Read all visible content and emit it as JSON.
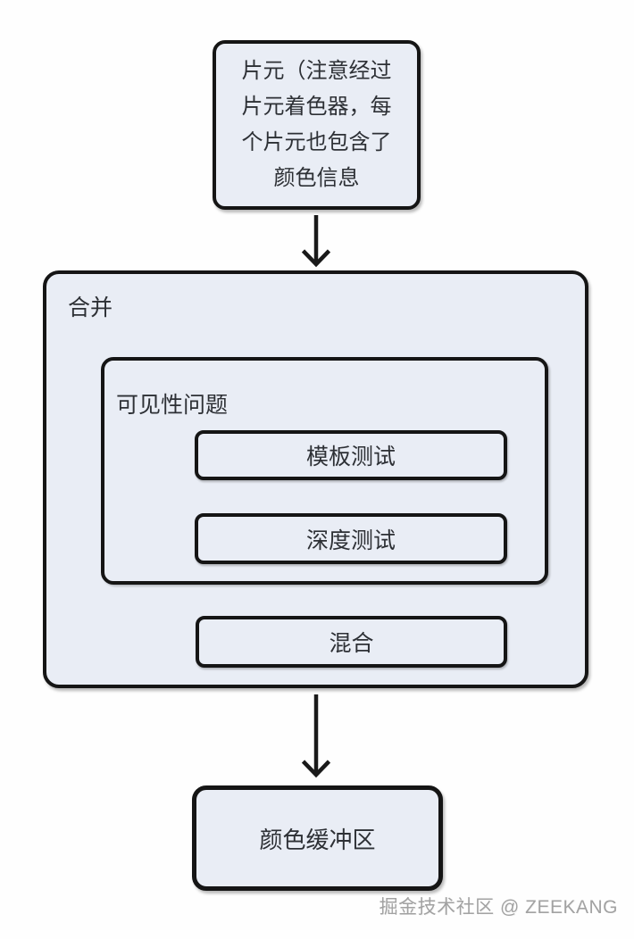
{
  "diagram": {
    "title_hint": "rendering pipeline merge stage flowchart",
    "nodes": {
      "fragment": {
        "lines": [
          "片元（注意经过",
          "片元着色器，每",
          "个片元也包含了",
          "颜色信息"
        ],
        "full_text": "片元（注意经过片元着色器，每个片元也包含了颜色信息"
      },
      "merge": {
        "label": "合并"
      },
      "visibility": {
        "label": "可见性问题"
      },
      "stencil_test": {
        "label": "模板测试"
      },
      "depth_test": {
        "label": "深度测试"
      },
      "blend": {
        "label": "混合"
      },
      "color_buffer": {
        "label": "颜色缓冲区"
      }
    },
    "hierarchy": {
      "merge_contains": [
        "visibility",
        "blend"
      ],
      "visibility_contains": [
        "stencil_test",
        "depth_test"
      ]
    },
    "edges": [
      {
        "from": "fragment",
        "to": "merge",
        "type": "arrow-down"
      },
      {
        "from": "merge",
        "to": "color_buffer",
        "type": "arrow-down"
      }
    ],
    "watermark": "掘金技术社区 @ ZEEKANG",
    "colors": {
      "background": "#ffffff",
      "box_fill": "#e9edf5",
      "border": "#151515",
      "text": "#2d3035",
      "arrow": "#1a1a1a",
      "watermark": "#a2a2a2"
    }
  }
}
